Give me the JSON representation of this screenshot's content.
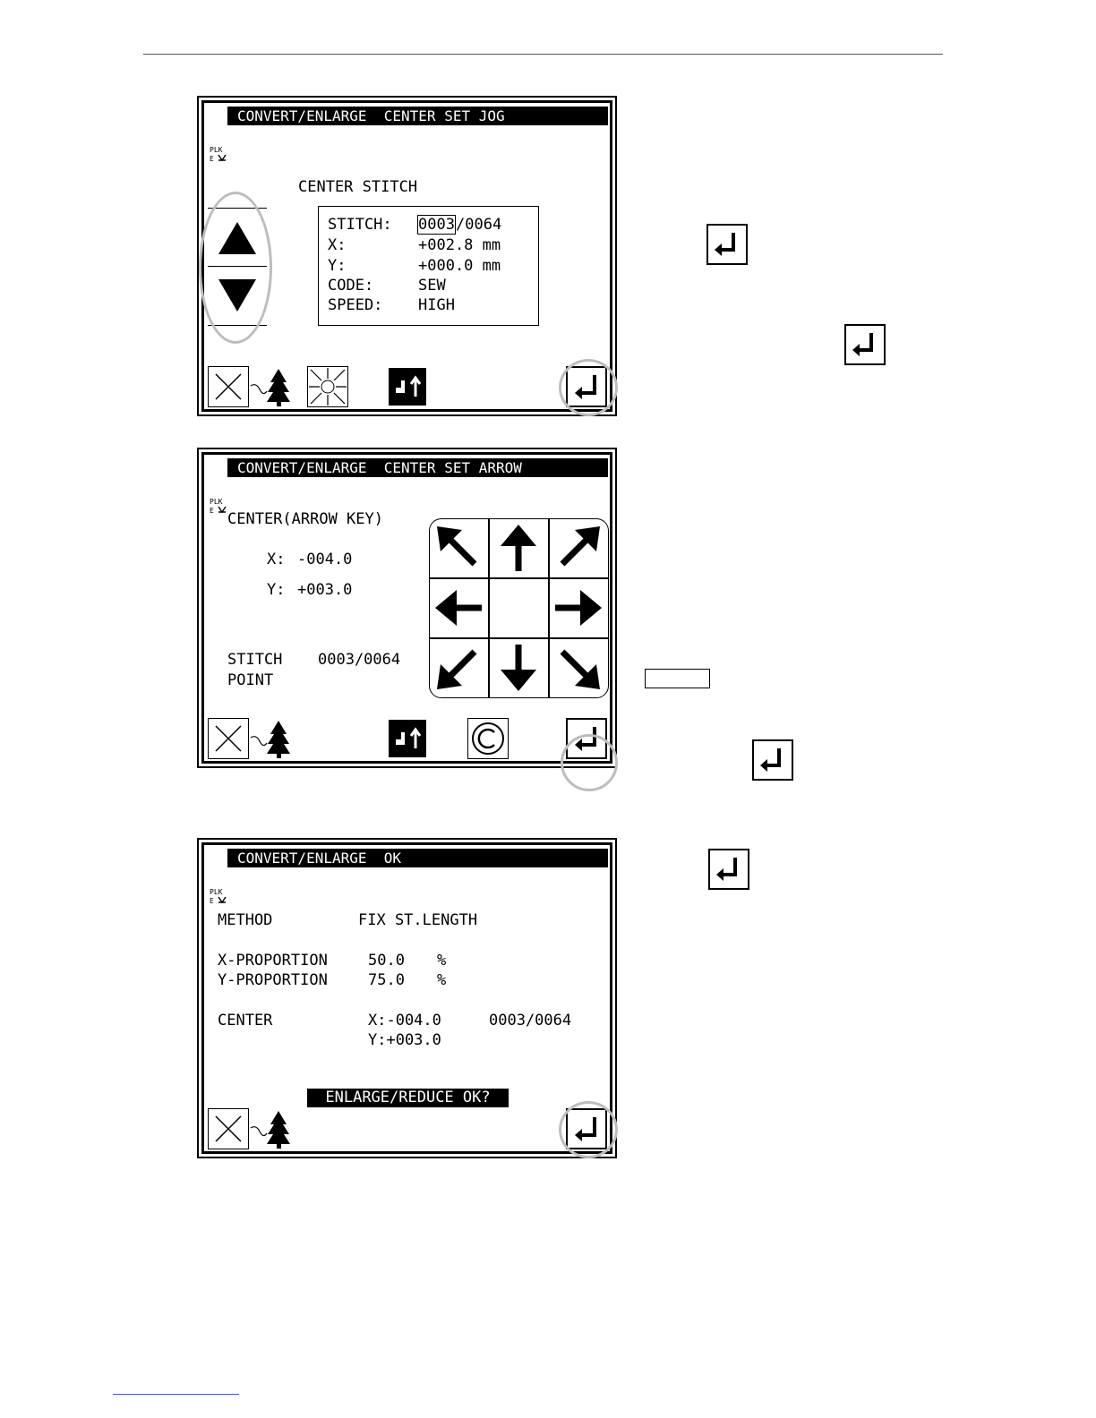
{
  "screen1": {
    "title": "CONVERT/ENLARGE  CENTER SET JOG",
    "heading": "CENTER STITCH",
    "rows": [
      {
        "label": "STITCH:",
        "value_current": "0003",
        "value_total": "/0064"
      },
      {
        "label": "X:",
        "value": "+002.8 mm"
      },
      {
        "label": "Y:",
        "value": "+000.0 mm"
      },
      {
        "label": "CODE:",
        "value": "SEW"
      },
      {
        "label": "SPEED:",
        "value": "HIGH"
      }
    ]
  },
  "screen2": {
    "title": "CONVERT/ENLARGE  CENTER SET ARROW",
    "heading": "CENTER(ARROW KEY)",
    "x_label": "X:",
    "x_value": "-004.0",
    "y_label": "Y:",
    "y_value": "+003.0",
    "stitch_label": "STITCH",
    "point_label": "POINT",
    "stitch_value": "0003/0064",
    "arrows": [
      "up-left",
      "up",
      "up-right",
      "left",
      "",
      "right",
      "down-left",
      "down",
      "down-right"
    ]
  },
  "screen3": {
    "title": "CONVERT/ENLARGE  OK",
    "method_label": "METHOD",
    "method_value": "FIX ST.LENGTH",
    "xprop_label": "X-PROPORTION",
    "xprop_value": "50.0",
    "yprop_label": "Y-PROPORTION",
    "yprop_value": "75.0",
    "percent": "%",
    "center_label": "CENTER",
    "center_x": "X:-004.0",
    "center_y": "Y:+003.0",
    "center_stitch": "0003/0064",
    "confirm": "ENLARGE/REDUCE OK?"
  },
  "icons": {
    "cancel": "close-icon",
    "tree": "tree-icon",
    "center": "center-converge-icon",
    "hand": "needle-up-icon",
    "clear": "copyright-clear-icon",
    "enter": "enter-icon",
    "up": "up-triangle-icon",
    "down": "down-triangle-icon"
  },
  "colors": {
    "highlight_circle": "#bdbdbd",
    "ink": "#000000"
  }
}
